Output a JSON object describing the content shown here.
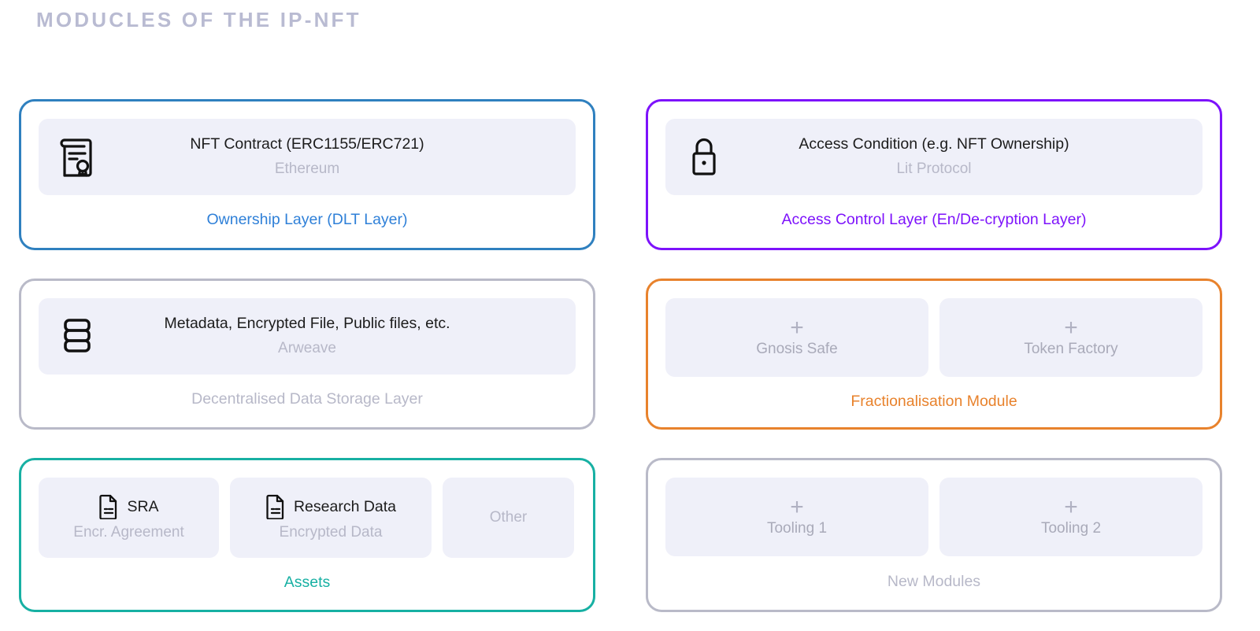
{
  "header": {
    "title": "Moducles of the IP-NFT"
  },
  "colors": {
    "ownership": "#2f80bf",
    "access_control": "#7d12fb",
    "storage": "#b9bac8",
    "fractionalisation": "#e8822c",
    "assets": "#17b0a3",
    "new_modules": "#b9bac8",
    "tile_background": "#eff0f9",
    "muted_text": "#b7b8c8",
    "title_text": "#b9bbd2"
  },
  "cards": [
    {
      "id": "ownership-layer",
      "accent": "blue",
      "label": "Ownership Layer (DLT Layer)",
      "tile": {
        "icon": "certificate-icon",
        "title": "NFT Contract  (ERC1155/ERC721)",
        "subtitle": "Ethereum"
      }
    },
    {
      "id": "access-control-layer",
      "accent": "purple",
      "label": "Access Control Layer (En/De-cryption Layer)",
      "tile": {
        "icon": "lock-icon",
        "title": "Access Condition (e.g. NFT Ownership)",
        "subtitle": "Lit Protocol"
      }
    },
    {
      "id": "decentralised-data-storage-layer",
      "accent": "grey",
      "label": "Decentralised Data Storage Layer",
      "tile": {
        "icon": "database-stack-icon",
        "title": "Metadata, Encrypted File, Public files, etc.",
        "subtitle": "Arweave"
      }
    },
    {
      "id": "fractionalisation-module",
      "accent": "orange",
      "label": "Fractionalisation Module",
      "placeholders": [
        {
          "icon": "plus-icon",
          "label": "Gnosis Safe"
        },
        {
          "icon": "plus-icon",
          "label": "Token Factory"
        }
      ]
    },
    {
      "id": "assets",
      "accent": "teal",
      "label": "Assets",
      "assets": [
        {
          "icon": "document-icon",
          "name": "SRA",
          "subtitle": "Encr. Agreement"
        },
        {
          "icon": "document-icon",
          "name": "Research Data",
          "subtitle": "Encrypted Data"
        },
        {
          "icon": null,
          "name": "Other",
          "subtitle": null
        }
      ]
    },
    {
      "id": "new-modules",
      "accent": "grey",
      "label": "New Modules",
      "placeholders": [
        {
          "icon": "plus-icon",
          "label": "Tooling 1"
        },
        {
          "icon": "plus-icon",
          "label": "Tooling 2"
        }
      ]
    }
  ]
}
